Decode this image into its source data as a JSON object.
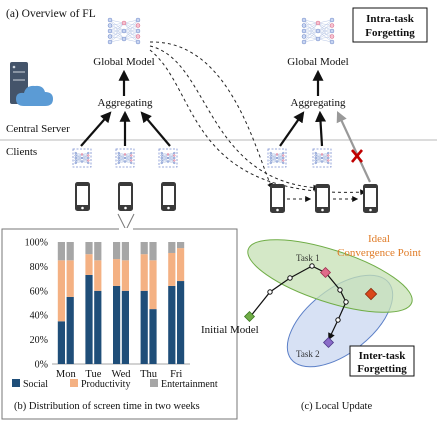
{
  "panel_a": {
    "title": "(a) Overview of FL",
    "global_model_label": "Global Model",
    "aggregating_label": "Aggregating",
    "central_server_label": "Central Server",
    "clients_label": "Clients",
    "intra_task_forgetting": [
      "Intra-task",
      "Forgetting"
    ]
  },
  "panel_b": {
    "caption": "(b) Distribution of screen time in two weeks",
    "legend": [
      "Social",
      "Productivity",
      "Entertainment"
    ]
  },
  "panel_c": {
    "caption": "(c) Local Update",
    "initial_model_label": "Initial Model",
    "ideal_convergence_label": [
      "Ideal",
      "Convergence Point"
    ],
    "inter_task_forgetting": [
      "Inter-task",
      "Forgetting"
    ],
    "ellipse_labels": [
      "Task 1",
      "Task 2"
    ]
  },
  "colors": {
    "social": "#1f4e79",
    "productivity": "#f4b183",
    "entertainment": "#a6a6a6",
    "green_ellipse": "#c5e0b4",
    "blue_ellipse": "#c9d7f0",
    "ideal_label": "#e07b26",
    "cross": "#c00000",
    "server_cloud": "#5b9bd5",
    "server_box": "#44546a"
  },
  "chart_data": {
    "type": "bar",
    "stacked": true,
    "categories": [
      "Mon",
      "Tue",
      "Wed",
      "Thu",
      "Fri"
    ],
    "ylim": [
      0,
      100
    ],
    "yticks": [
      "0%",
      "20%",
      "40%",
      "60%",
      "80%",
      "100%"
    ],
    "bars_per_category": 2,
    "series": [
      {
        "name": "Social",
        "values": [
          [
            35,
            55
          ],
          [
            73,
            60
          ],
          [
            64,
            60
          ],
          [
            60,
            45
          ],
          [
            64,
            68
          ]
        ]
      },
      {
        "name": "Productivity",
        "values": [
          [
            50,
            30
          ],
          [
            17,
            25
          ],
          [
            22,
            25
          ],
          [
            30,
            40
          ],
          [
            27,
            27
          ]
        ]
      },
      {
        "name": "Entertainment",
        "values": [
          [
            15,
            15
          ],
          [
            10,
            15
          ],
          [
            14,
            15
          ],
          [
            10,
            15
          ],
          [
            9,
            5
          ]
        ]
      }
    ]
  }
}
